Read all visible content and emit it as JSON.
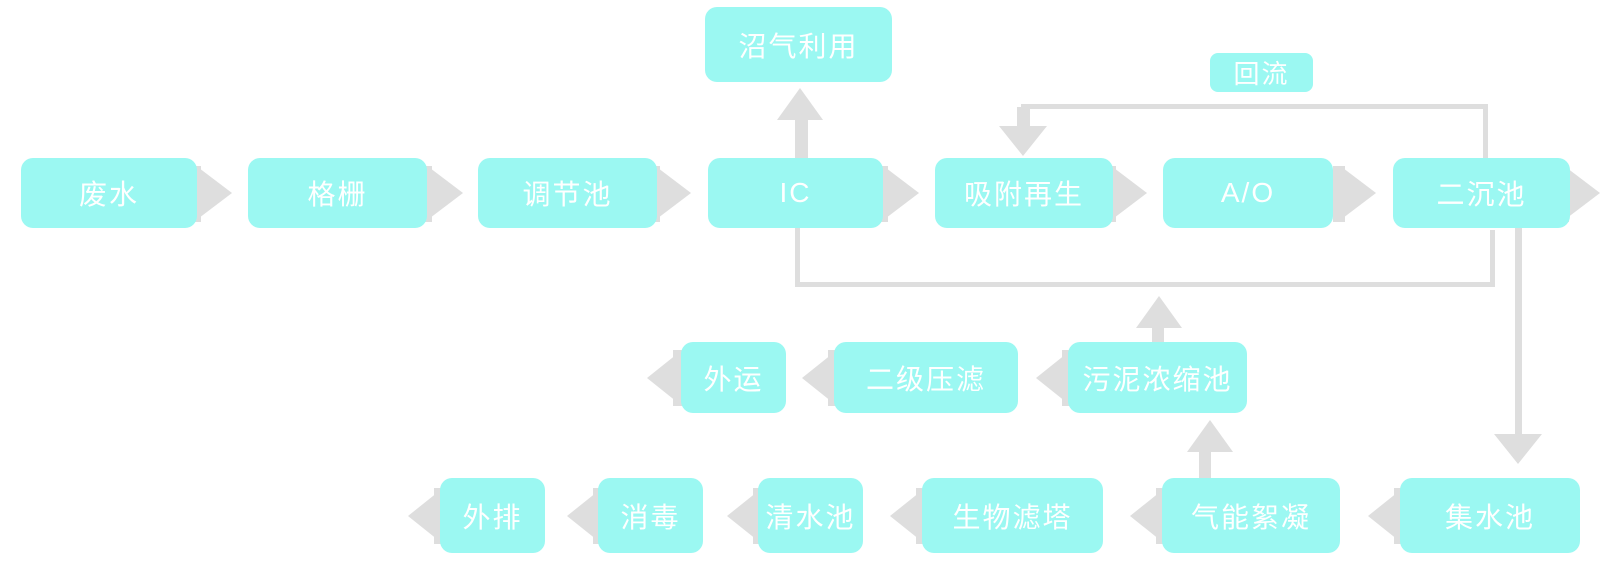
{
  "colors": {
    "node_fill": "#9BF8F2",
    "connector": "#DEDEDE",
    "label_text": "#FFFFFF",
    "background": "#FFFFFF"
  },
  "nodes": {
    "top": [
      "废水",
      "格栅",
      "调节池",
      "IC",
      "吸附再生",
      "A/O",
      "二沉池"
    ],
    "middle": [
      "外运",
      "二级压滤",
      "污泥浓缩池"
    ],
    "bottom": [
      "外排",
      "消毒",
      "清水池",
      "生物滤塔",
      "气能絮凝",
      "集水池"
    ],
    "biogas": "沼气利用",
    "reflux": "回流"
  }
}
